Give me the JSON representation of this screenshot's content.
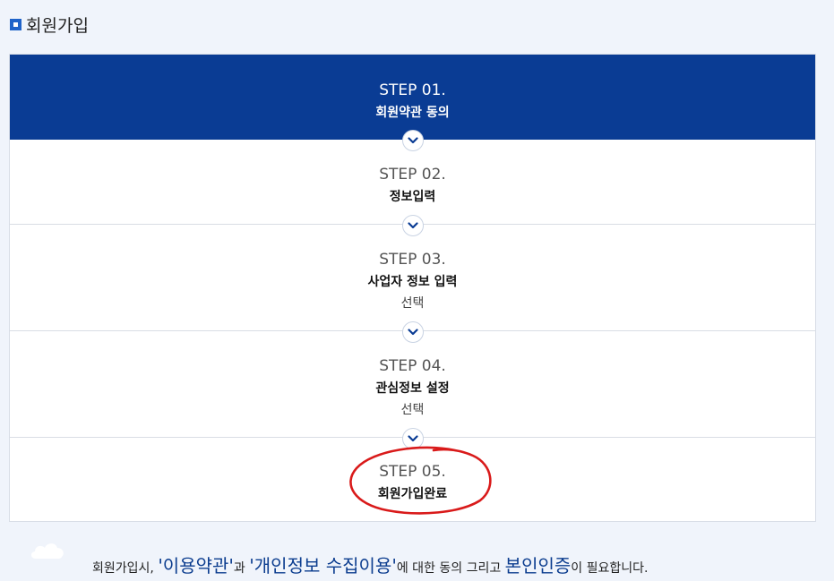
{
  "page": {
    "title": "회원가입"
  },
  "steps": [
    {
      "num": "STEP 01.",
      "name": "회원약관 동의",
      "optional": ""
    },
    {
      "num": "STEP 02.",
      "name": "정보입력",
      "optional": ""
    },
    {
      "num": "STEP 03.",
      "name": "사업자 정보 입력",
      "optional": "선택"
    },
    {
      "num": "STEP 04.",
      "name": "관심정보 설정",
      "optional": "선택"
    },
    {
      "num": "STEP 05.",
      "name": "회원가입완료",
      "optional": ""
    }
  ],
  "notice": {
    "part1": "회원가입시, ",
    "term1": "'이용약관'",
    "part2": "과 ",
    "term2": "'개인정보 수집이용'",
    "part3": "에 대한 동의 그리고 ",
    "term3": "본인인증",
    "part4": "이 필요합니다."
  },
  "colors": {
    "accent": "#0a3c94",
    "marker": "#1f63c9",
    "annotation": "#d91a1a",
    "highlight": "#0c3d8f"
  },
  "icons": {
    "step_connector": "chevron-down-icon",
    "notice": "cloud-icon"
  }
}
